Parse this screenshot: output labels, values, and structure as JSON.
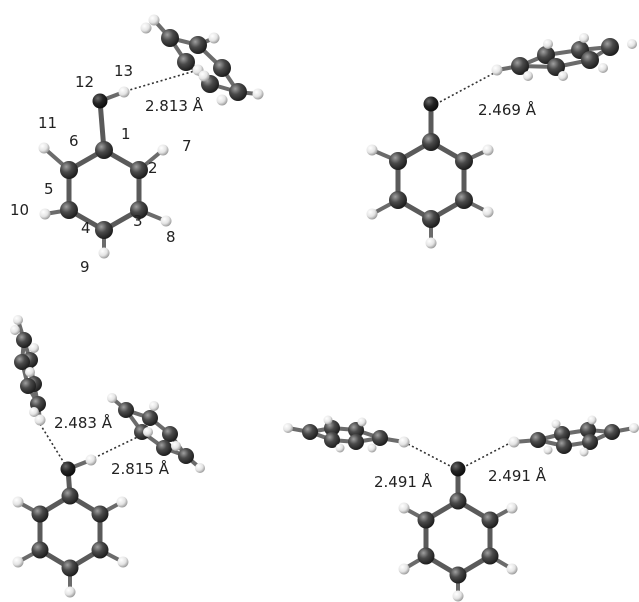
{
  "colors": {
    "carbon": "#3b3b3b",
    "carbon_highlight": "#8a8a8a",
    "hydrogen": "#e6e6e6",
    "hydrogen_edge": "#9a9a9a",
    "oxygen_anion": "#1e1e1e",
    "bond": "#5a5a5a"
  },
  "panels": {
    "top_left": {
      "atom_labels": [
        "1",
        "2",
        "3",
        "4",
        "5",
        "6",
        "7",
        "8",
        "9",
        "10",
        "11",
        "12",
        "13"
      ],
      "distance": "2.813 Å"
    },
    "top_right": {
      "distance": "2.469 Å"
    },
    "bottom_left": {
      "distance_1": "2.483 Å",
      "distance_2": "2.815 Å"
    },
    "bottom_right": {
      "distance_left": "2.491 Å",
      "distance_right": "2.491 Å"
    }
  }
}
